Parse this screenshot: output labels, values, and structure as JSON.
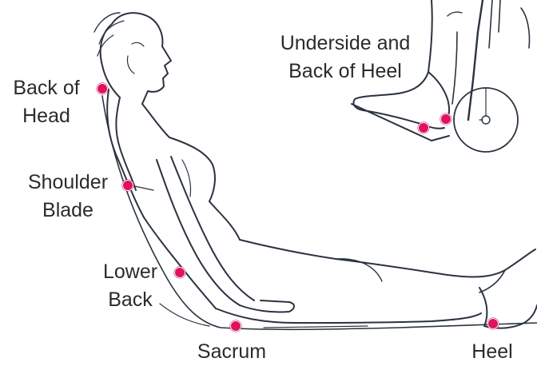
{
  "diagram": {
    "dot_color": "#e0125f",
    "line_color": "#2a3340",
    "labels": {
      "back_of_head": [
        "Back of",
        "Head"
      ],
      "shoulder_blade": [
        "Shoulder",
        "Blade"
      ],
      "lower_back": [
        "Lower",
        "Back"
      ],
      "sacrum": [
        "Sacrum"
      ],
      "heel": [
        "Heel"
      ],
      "underside_heel": [
        "Underside and",
        "Back of Heel"
      ]
    }
  }
}
